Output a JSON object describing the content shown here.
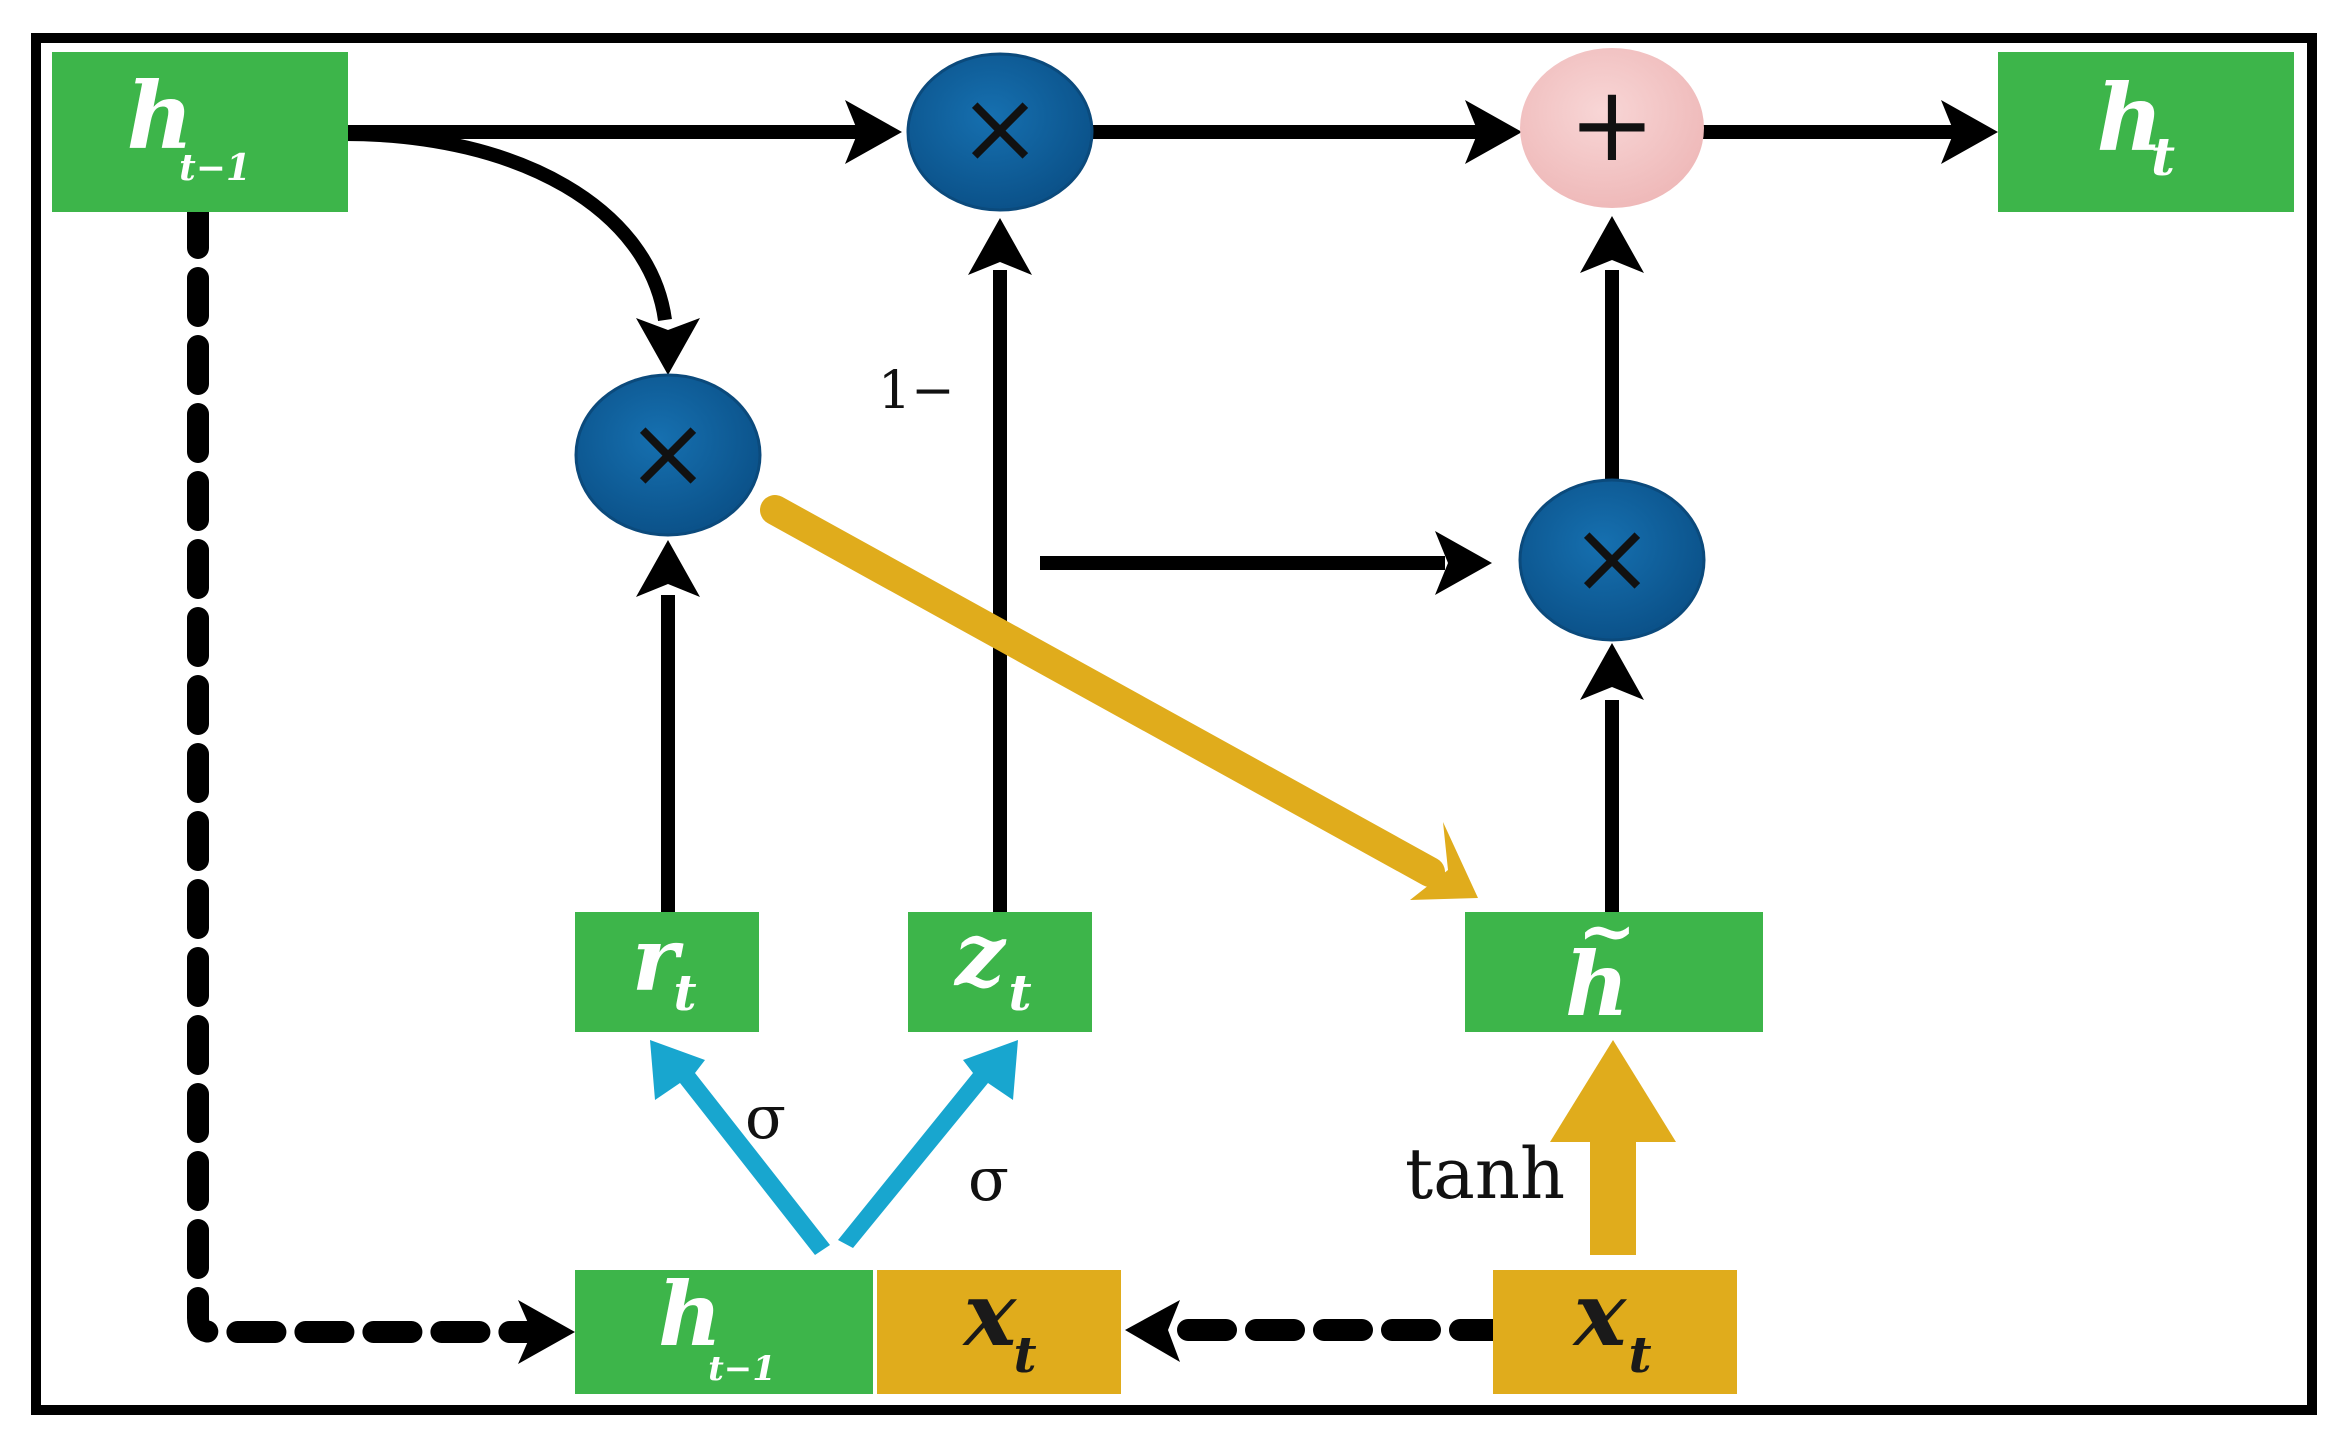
{
  "colors": {
    "green": "#3db54a",
    "gold": "#e0ac1c",
    "navy": "#0d5d97",
    "pink": "#f3c6c6",
    "cyan": "#18a6cf",
    "black": "#000000"
  },
  "nodes": {
    "h_prev_top": {
      "main": "h",
      "sub": "t−1"
    },
    "h_t": {
      "main": "h",
      "sub": "t"
    },
    "r_t": {
      "main": "r",
      "sub": "t"
    },
    "z_t": {
      "main": "z",
      "sub": "t"
    },
    "h_tilde": {
      "main": "h",
      "accent": "~"
    },
    "h_prev_bottom": {
      "main": "h",
      "sub": "t−1"
    },
    "x_t_concat": {
      "main": "x",
      "sub": "t"
    },
    "x_t_input": {
      "main": "x",
      "sub": "t"
    }
  },
  "operators": {
    "multiply": "×",
    "add": "+"
  },
  "labels": {
    "one_minus": "1−",
    "sigma_r": "σ",
    "sigma_z": "σ",
    "tanh": "tanh"
  }
}
